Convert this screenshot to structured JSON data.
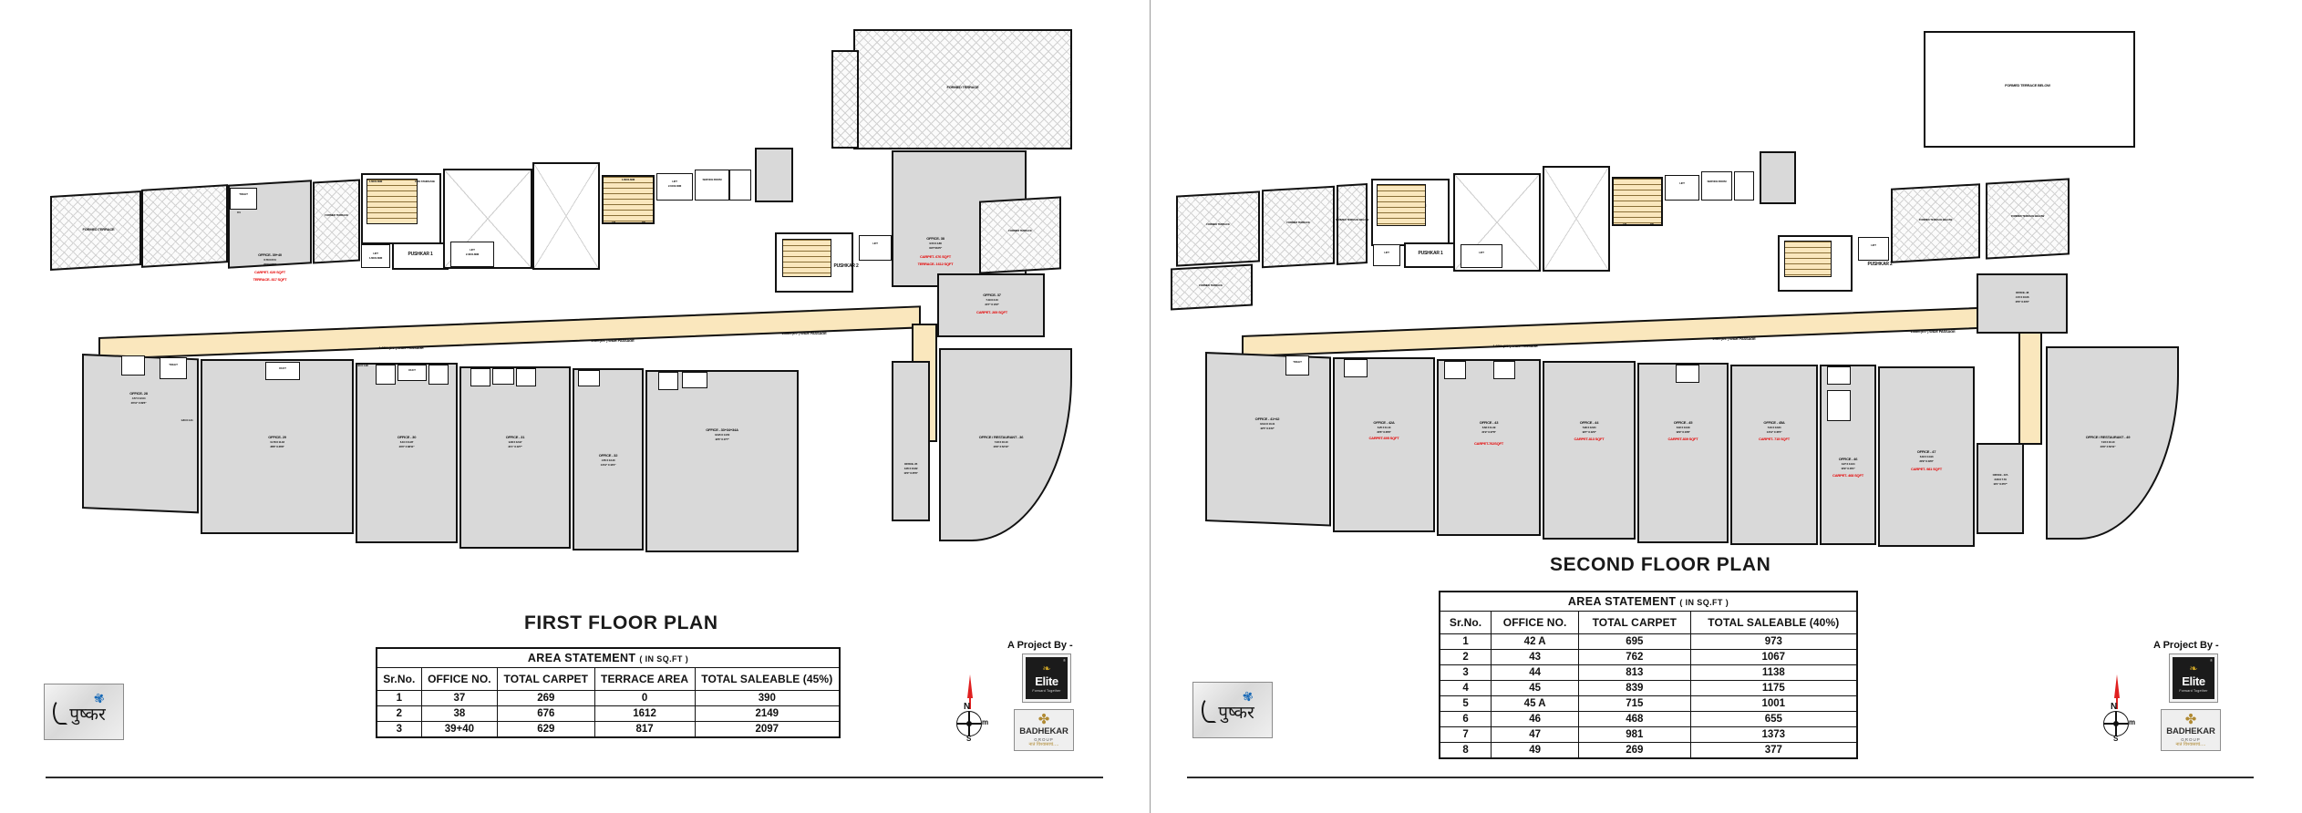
{
  "sheet": {
    "panels": [
      {
        "id": "first",
        "title": "FIRST FLOOR PLAN",
        "area_statement": {
          "caption": "AREA  STATEMENT",
          "caption_unit": "( IN SQ.FT )",
          "columns": [
            "Sr.No.",
            "OFFICE NO.",
            "TOTAL CARPET",
            "TERRACE AREA",
            "TOTAL SALEABLE (45%)"
          ],
          "rows": [
            [
              "1",
              "37",
              "269",
              "0",
              "390"
            ],
            [
              "2",
              "38",
              "676",
              "1612",
              "2149"
            ],
            [
              "3",
              "39+40",
              "629",
              "817",
              "2097"
            ]
          ]
        },
        "project_by_label": "A Project By -",
        "rooms": [
          {
            "name": "FORMED TERRACE"
          },
          {
            "name": "FORMED TERRACE"
          },
          {
            "name": "FORMED TERRACE"
          },
          {
            "name": "FORMED TERRACE"
          },
          {
            "name": "OFFICE- 39+40",
            "dim_m": "6.78 X 8.54",
            "dim_ft": "22'2\"X28'0\"",
            "carpet": "CARPET- 629 SQFT",
            "terrace": "TERRACE- 817 SQFT"
          },
          {
            "name": "OFFICE- 38",
            "dim_m": "9.50 X 4.88",
            "dim_ft": "31'2\"X16'0\"",
            "carpet": "CARPET- 676 SQFT",
            "terrace": "TERRACE- 1612 SQFT"
          },
          {
            "name": "OFFICE- 37",
            "dim_m": "7.49 X 3.10",
            "dim_ft": "24'7\" X 10'2\"",
            "carpet": "CARPET- 269 SQFT"
          },
          {
            "name": "OFFICE- 29",
            "dim_m": "11.78 X 11.18",
            "dim_ft": "38'8\" X 36'8\""
          },
          {
            "name": "OFFICE - 30",
            "dim_m": "6.10 X 11.87",
            "dim_ft": "20'0\" X 38'11\""
          },
          {
            "name": "OFFICE - 31",
            "dim_m": "9.48 X 12.97",
            "dim_ft": "31'1\" X 42'7\""
          },
          {
            "name": "OFFICE - 32",
            "dim_m": "4.55 X 13.40",
            "dim_ft": "14'11\" X 44'0\""
          },
          {
            "name": "OFFICE - 33+34+34A",
            "dim_m": "12.95 X 14.50",
            "dim_ft": "42'6\" X 47'7\""
          },
          {
            "name": "OFFICE / RESTAURANT - 36",
            "dim_m": "7.23 X 16.10",
            "dim_ft": "23'9\" X 52'10\""
          },
          {
            "name": "OFFICE- 35",
            "dim_m": "3.05 X 10.82",
            "dim_ft": "10'0\" X 35'6\""
          },
          {
            "name": "OFFICE- 28",
            "dim_m": "4.57 X 12.04",
            "dim_ft": "20'11\" X 39'6\""
          }
        ],
        "annotations": {
          "passage_1": "1.83M (6'0\") WIDE PASSAGE",
          "passage_2": "2.6M (8'6\") WIDE PASSAGE",
          "passage_3": "1.83M (6'0\") WIDE PASSAGE",
          "staircase_above": "STAIRCASE ABOVE",
          "pushkar_1": "PUSHKAR 1",
          "pushkar_2": "PUSHKAR 2",
          "fire_staircase": "FIRE STAIRCASE",
          "service_room": "SERVICE ROOM",
          "toilet": "TOILET",
          "duct": "DUCT",
          "lift": "LIFT",
          "lift_dim": "1.60X1.60M",
          "lift_dim2": "2.40X1.80M",
          "lift_dim3": "2.10X2.40M",
          "door_d": "D",
          "door_d1": "D1",
          "door_d2": "D2",
          "up": "UP",
          "dn": "DN",
          "dim_small": "1.83 X 4.41",
          "dim_small2": "1.93 X 1.98"
        }
      },
      {
        "id": "second",
        "title": "SECOND FLOOR PLAN",
        "area_statement": {
          "caption": "AREA  STATEMENT",
          "caption_unit": "( IN SQ.FT )",
          "columns": [
            "Sr.No.",
            "OFFICE NO.",
            "TOTAL CARPET",
            "TOTAL SALEABLE (40%)"
          ],
          "rows": [
            [
              "1",
              "42 A",
              "695",
              "973"
            ],
            [
              "2",
              "43",
              "762",
              "1067"
            ],
            [
              "3",
              "44",
              "813",
              "1138"
            ],
            [
              "4",
              "45",
              "839",
              "1175"
            ],
            [
              "5",
              "45 A",
              "715",
              "1001"
            ],
            [
              "6",
              "46",
              "468",
              "655"
            ],
            [
              "7",
              "47",
              "981",
              "1373"
            ],
            [
              "8",
              "49",
              "269",
              "377"
            ]
          ]
        },
        "project_by_label": "A Project By -",
        "rooms": [
          {
            "name": "FORMED TERRACE"
          },
          {
            "name": "FORMED TERRACE"
          },
          {
            "name": "FORMED TERRACE"
          },
          {
            "name": "FORMED TERRACE BELOW"
          },
          {
            "name": "FORMED TERRACE BELOW"
          },
          {
            "name": "FORMED TERRACE BELOW"
          },
          {
            "name": "OFFICE - 41+42",
            "dim_m": "12.94 X 10.41",
            "dim_ft": "42'5\" X 34'2\""
          },
          {
            "name": "OFFICE - 42A",
            "dim_m": "6.25 X 11.13",
            "dim_ft": "20'6\" X 36'6\"",
            "carpet": "CARPET-695 SQFT"
          },
          {
            "name": "OFFICE - 43",
            "dim_m": "6.62 X 11.49",
            "dim_ft": "21'9\" X 37'8\"",
            "carpet": "CARPET-762SQFT"
          },
          {
            "name": "OFFICE - 44",
            "dim_m": "5.96 X 12.84",
            "dim_ft": "19'7\" X 42'2\"",
            "carpet": "CARPET-813 SQFT"
          },
          {
            "name": "OFFICE - 45",
            "dim_m": "6.02 X 13.29",
            "dim_ft": "19'9\" X 43'8\"",
            "carpet": "CARPET-839 SQFT"
          },
          {
            "name": "OFFICE - 45A",
            "dim_m": "5.16 X 13.84",
            "dim_ft": "14'11\" X 45'5\"",
            "carpet": "CARPET- 715 SQFT"
          },
          {
            "name": "OFFICE - 46",
            "dim_m": "3.27 X 14.04",
            "dim_ft": "10'9\" X 46'1\"",
            "carpet": "CARPET- 468 SQFT"
          },
          {
            "name": "OFFICE - 47",
            "dim_m": "6.33 X 14.93",
            "dim_ft": "20'9\" X 49'0\"",
            "carpet": "CARPET- 981 SQFT"
          },
          {
            "name": "OFFICE - 47A",
            "dim_m": "3.08 X 7.79",
            "dim_ft": "10'1\" X 25'7\""
          },
          {
            "name": "OFFICE / RESTAURANT - 49",
            "dim_m": "7.23 X 16.10",
            "dim_ft": "23'9\" X 52'11\""
          },
          {
            "name": "OFFICE- 48",
            "dim_m": "4.72 X 10.06",
            "dim_ft": "15'6\" X 33'0\""
          }
        ],
        "annotations": {
          "passage_1": "1.83M (6'0\") WIDE PASSAGE",
          "passage_2": "2.6M (8'6\") WIDE PASSAGE",
          "passage_3": "1.83M (6'0\") WIDE PASSAGE",
          "staircase_above": "STAIRCASE ABOVE",
          "pushkar_1": "PUSHKAR 1",
          "pushkar_2": "PUSHKAR 2",
          "fire_staircase": "FIRE STAIRCASE",
          "service_room": "SERVICE ROOM",
          "toilet": "TOILET",
          "duct": "DUCT",
          "lift": "LIFT",
          "lift_dim": "1.60X1.60M",
          "lift_dim2": "2.40X1.80M",
          "lift_dim3": "2.10X2.40M",
          "door_d": "D",
          "door_d1": "D1",
          "door_d2": "D2",
          "up": "UP",
          "dn": "DN",
          "dim_small": "1.83 X 4.41",
          "dim_small2": "1.93 X 1.98"
        }
      }
    ],
    "logos": {
      "pushkar": {
        "devanagari": "पुष्कर",
        "butterfly": "✾"
      },
      "elite": {
        "name": "Elite",
        "tagline": "Forward Together",
        "leaf": "❧",
        "rmark": "®"
      },
      "badhekar": {
        "name": "BADHEKAR",
        "sub": "GROUP",
        "tagline": "नातं विश्वासाचं....",
        "flower": "✤"
      }
    },
    "compass": {
      "north": "N",
      "south": "S",
      "east": "m"
    }
  }
}
